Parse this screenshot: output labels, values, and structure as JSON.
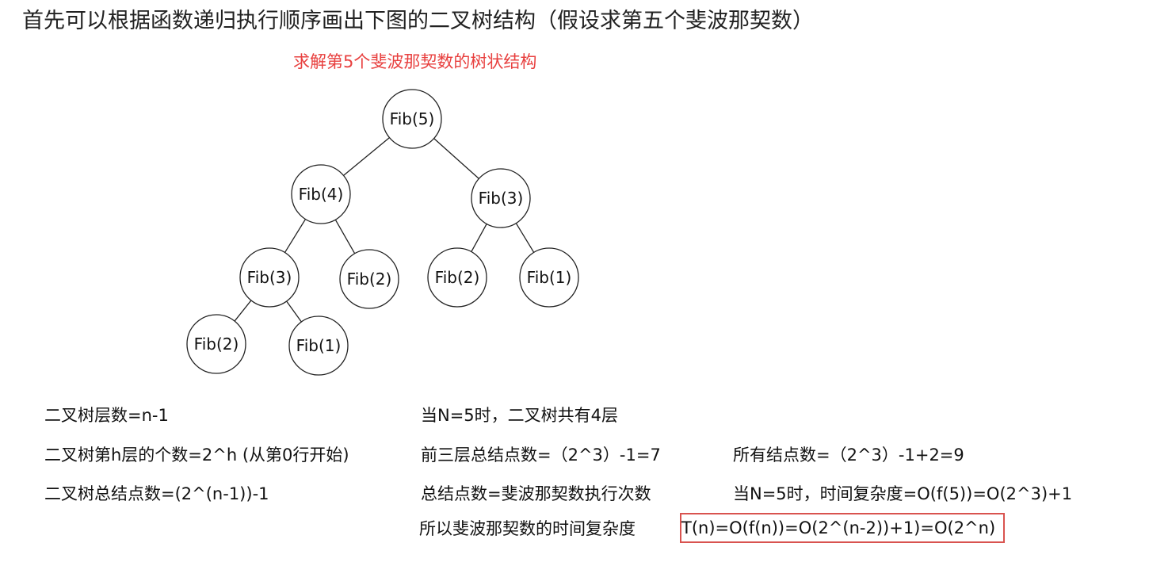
{
  "heading": "首先可以根据函数递归执行顺序画出下图的二叉树结构（假设求第五个斐波那契数）",
  "diagram": {
    "title": "求解第5个斐波那契数的树状结构",
    "nodes": [
      {
        "id": "n5",
        "label": "Fib(5)"
      },
      {
        "id": "n4",
        "label": "Fib(4)",
        "parent": "n5"
      },
      {
        "id": "n3a",
        "label": "Fib(3)",
        "parent": "n5"
      },
      {
        "id": "n3b",
        "label": "Fib(3)",
        "parent": "n4"
      },
      {
        "id": "n2a",
        "label": "Fib(2)",
        "parent": "n4"
      },
      {
        "id": "n2b",
        "label": "Fib(2)",
        "parent": "n3a"
      },
      {
        "id": "n1a",
        "label": "Fib(1)",
        "parent": "n3a"
      },
      {
        "id": "n2c",
        "label": "Fib(2)",
        "parent": "n3b"
      },
      {
        "id": "n1b",
        "label": "Fib(1)",
        "parent": "n3b"
      }
    ]
  },
  "notes": {
    "left": [
      "二叉树层数=n-1",
      "二叉树第h层的个数=2^h (从第0行开始)",
      "二叉树总结点数=(2^(n-1))-1"
    ],
    "middle": [
      "当N=5时，二叉树共有4层",
      "前三层总结点数=（2^3）-1=7",
      "总结点数=斐波那契数执行次数",
      "所以斐波那契数的时间复杂度"
    ],
    "right": [
      "所有结点数=（2^3）-1+2=9",
      "当N=5时，时间复杂度=O(f(5))=O(2^3)+1"
    ],
    "conclusion": "T(n)=O(f(n))=O(2^(n-2))+1)=O(2^n)",
    "highlight_color": "#d9534f"
  }
}
